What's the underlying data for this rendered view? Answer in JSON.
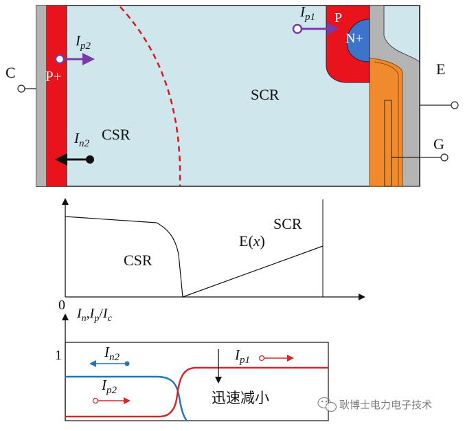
{
  "device": {
    "terminals": {
      "collector": "C",
      "emitter": "E",
      "gate": "G"
    },
    "regions": {
      "p_plus": "P+",
      "p": "P",
      "n_plus": "N+",
      "csr": "CSR",
      "scr": "SCR"
    },
    "currents": {
      "ip2": {
        "main": "I",
        "sub": "p2"
      },
      "in2": {
        "main": "I",
        "sub": "n2"
      },
      "ip1": {
        "main": "I",
        "sub": "p1"
      }
    },
    "colors": {
      "drift": "#cfe6ec",
      "p_region": "#e8131c",
      "n_plus": "#3d73c9",
      "metal": "#b4b4b4",
      "gate": "#f08a2c",
      "boundary": "#e0141b",
      "hole_arrow": "#7a3aa8",
      "electron_arrow": "#111111"
    }
  },
  "efield_plot": {
    "csr_label": "CSR",
    "scr_label": "SCR",
    "field_label": {
      "main": "E(",
      "var": "x",
      "close": ")"
    }
  },
  "current_plot": {
    "ylabel": {
      "in": "I",
      "in_sub": "n",
      "comma": ",",
      "ip": "I",
      "ip_sub": "p",
      "slash": "/",
      "ic": "I",
      "ic_sub": "c"
    },
    "origin_label": "0",
    "y_tick": "1",
    "in2": {
      "main": "I",
      "sub": "n2"
    },
    "ip2": {
      "main": "I",
      "sub": "p2"
    },
    "ip1": {
      "main": "I",
      "sub": "p1"
    },
    "annotation": "迅速减小",
    "colors": {
      "electron": "#1f77b4",
      "hole": "#d62728"
    }
  },
  "watermark": {
    "text": "耿博士电力电子技术",
    "icon": "wechat-icon"
  }
}
